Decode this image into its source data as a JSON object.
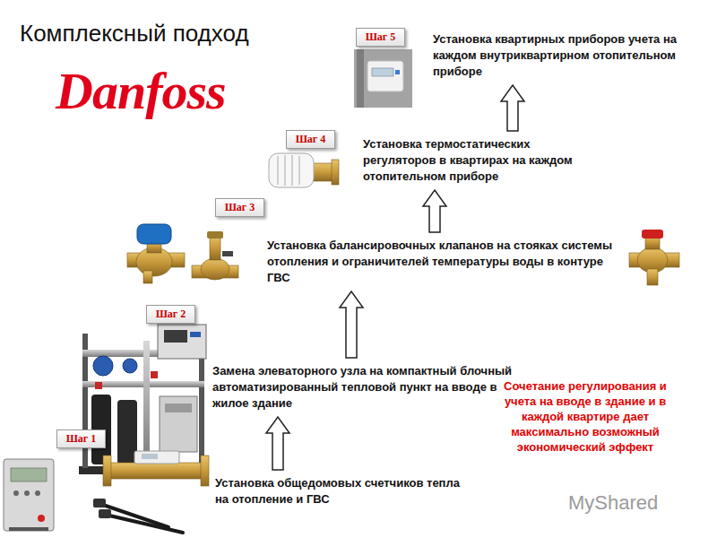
{
  "diagram": {
    "title": "Комплексный подход",
    "nodes": [
      {
        "text": [
          "Шаг 1"
        ]
      },
      {
        "text": [
          "Установка общедомовых счетчиков тепла на отопление и ГВС"
        ]
      },
      {
        "text": [
          "Шаг 2"
        ]
      },
      {
        "text": [
          "Замена элеваторного узла на компактный блочный автоматизированный тепловой пункт на вводе в жилое здание"
        ]
      },
      {
        "text": [
          "Шаг 3"
        ]
      },
      {
        "text": [
          "Установка балансировочных клапанов на стояках системы отопления и ограничителей температуры воды в контуре ГВС"
        ]
      },
      {
        "text": [
          "Шаг 4"
        ]
      },
      {
        "text": [
          "Установка термостатических регуляторов в квартирах на каждом отопительном приборе"
        ]
      },
      {
        "text": [
          "Шаг 5"
        ]
      },
      {
        "text": [
          "Установка квартирных приборов учета на каждом внутриквартирном отопительном приборе"
        ]
      }
    ],
    "edges": [
      {
        "from": 1,
        "to": 3,
        "arrow": "to"
      },
      {
        "from": 3,
        "to": 5,
        "arrow": "to"
      },
      {
        "from": 5,
        "to": 7,
        "arrow": "to"
      },
      {
        "from": 7,
        "to": 9,
        "arrow": "to"
      }
    ],
    "labels": [
      "Danfoss",
      "Сочетание регулирования и учета на вводе в здание и в каждой квартире дает максимально возможный экономический эффект",
      "MyShared"
    ]
  }
}
